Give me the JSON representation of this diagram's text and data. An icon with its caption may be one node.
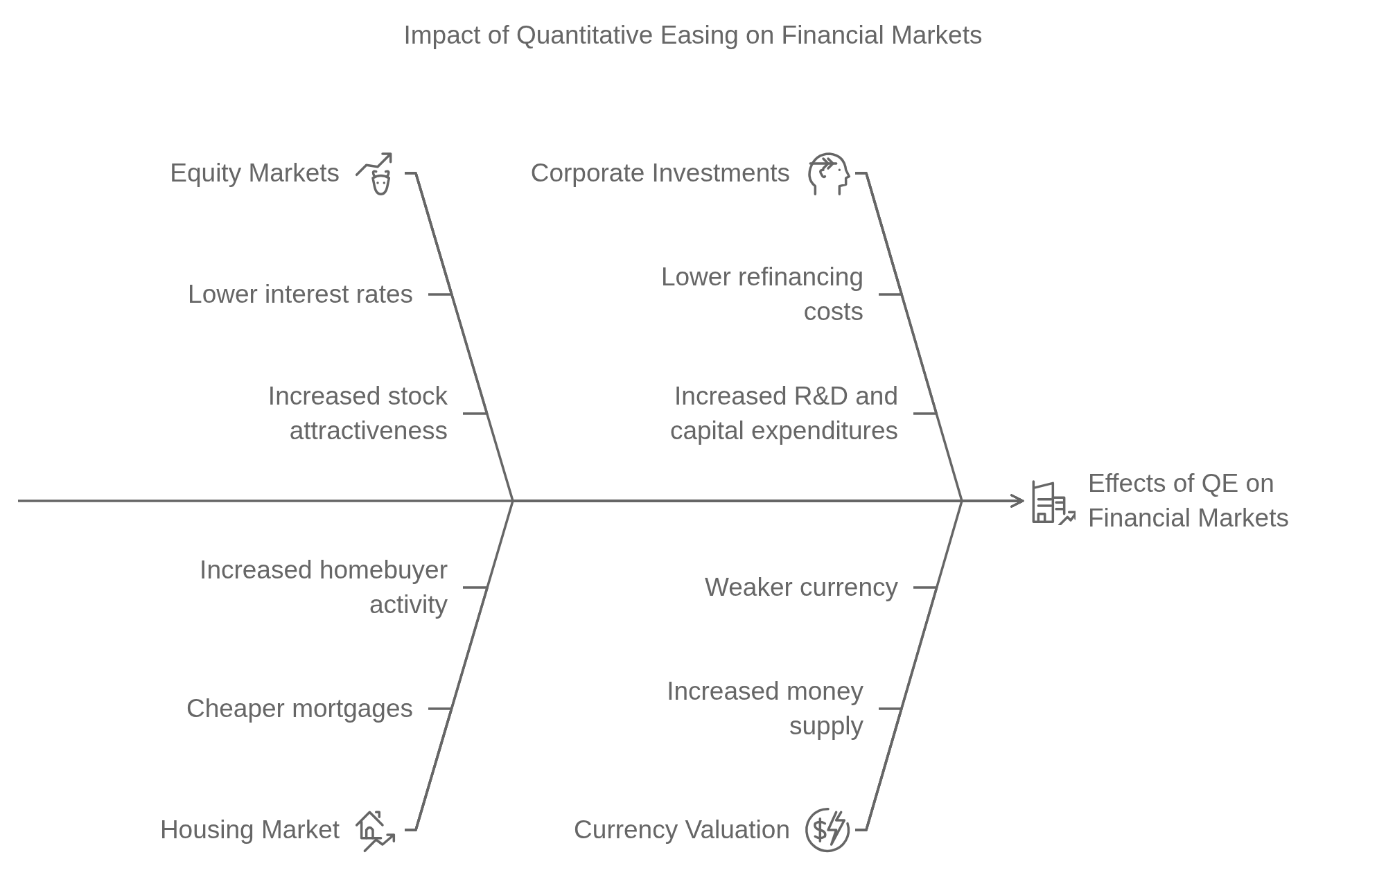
{
  "diagram": {
    "title": "Impact of Quantitative Easing on Financial Markets",
    "nodes": [
      {
        "text": [
          "Effects of QE on Financial Markets"
        ]
      },
      {
        "text": [
          "Equity Markets"
        ]
      },
      {
        "text": [
          "Corporate Investments"
        ]
      },
      {
        "text": [
          "Housing Market"
        ]
      },
      {
        "text": [
          "Currency Valuation"
        ]
      },
      {
        "text": [
          "Lower interest rates"
        ]
      },
      {
        "text": [
          "Increased stock attractiveness"
        ]
      },
      {
        "text": [
          "Lower refinancing costs"
        ]
      },
      {
        "text": [
          "Increased R&D and capital expenditures"
        ]
      },
      {
        "text": [
          "Increased homebuyer activity"
        ]
      },
      {
        "text": [
          "Cheaper mortgages"
        ]
      },
      {
        "text": [
          "Weaker currency"
        ]
      },
      {
        "text": [
          "Increased money supply"
        ]
      }
    ],
    "edges": [
      {
        "from": null,
        "to": 0,
        "arrow": "to"
      },
      {
        "from": 1,
        "to": 0,
        "arrow": "to"
      },
      {
        "from": 2,
        "to": 0,
        "arrow": "to"
      },
      {
        "from": 3,
        "to": 0,
        "arrow": "to"
      },
      {
        "from": 4,
        "to": 0,
        "arrow": "to"
      },
      {
        "from": 5,
        "to": 1,
        "arrow": "none"
      },
      {
        "from": 6,
        "to": 1,
        "arrow": "none"
      },
      {
        "from": 7,
        "to": 2,
        "arrow": "none"
      },
      {
        "from": 8,
        "to": 2,
        "arrow": "none"
      },
      {
        "from": 9,
        "to": 3,
        "arrow": "none"
      },
      {
        "from": 10,
        "to": 3,
        "arrow": "none"
      },
      {
        "from": 11,
        "to": 4,
        "arrow": "none"
      },
      {
        "from": 12,
        "to": 4,
        "arrow": "none"
      }
    ]
  }
}
